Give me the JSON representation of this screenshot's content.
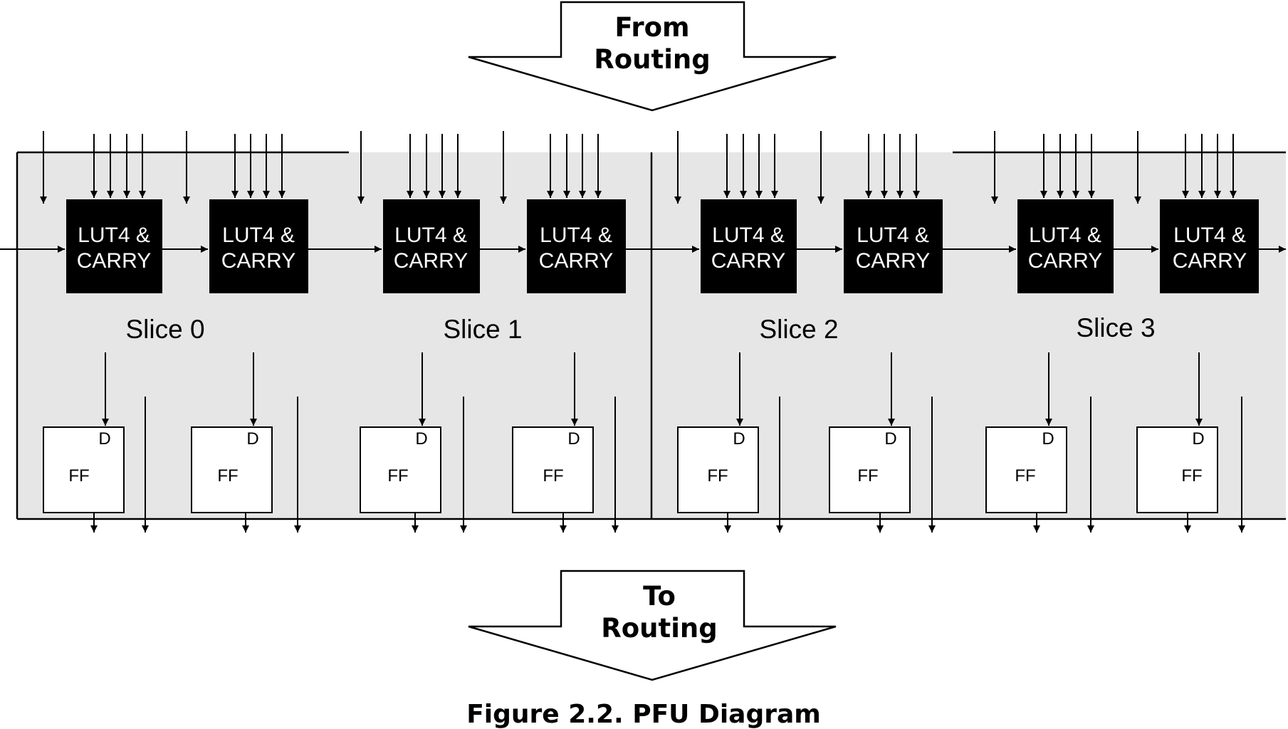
{
  "from_routing": {
    "line1": "From",
    "line2": "Routing"
  },
  "to_routing": {
    "line1": "To",
    "line2": "Routing"
  },
  "lut_blocks": [
    {
      "line1": "LUT4 &",
      "line2": "CARRY"
    },
    {
      "line1": "LUT4 &",
      "line2": "CARRY"
    },
    {
      "line1": "LUT4 &",
      "line2": "CARRY"
    },
    {
      "line1": "LUT4 &",
      "line2": "CARRY"
    },
    {
      "line1": "LUT4 &",
      "line2": "CARRY"
    },
    {
      "line1": "LUT4 &",
      "line2": "CARRY"
    },
    {
      "line1": "LUT4 &",
      "line2": "CARRY"
    },
    {
      "line1": "LUT4 &",
      "line2": "CARRY"
    }
  ],
  "slices": [
    "Slice 0",
    "Slice 1",
    "Slice 2",
    "Slice 3"
  ],
  "flip_flops": [
    {
      "d": "D",
      "label": "FF"
    },
    {
      "d": "D",
      "label": "FF"
    },
    {
      "d": "D",
      "label": "FF"
    },
    {
      "d": "D",
      "label": "FF"
    },
    {
      "d": "D",
      "label": "FF"
    },
    {
      "d": "D",
      "label": "FF"
    },
    {
      "d": "D",
      "label": "FF"
    },
    {
      "d": "D",
      "label": "FF"
    }
  ],
  "caption": "Figure 2.2. PFU Diagram",
  "colors": {
    "block": "#000000",
    "panel": "#e6e6e6",
    "line": "#000000"
  }
}
